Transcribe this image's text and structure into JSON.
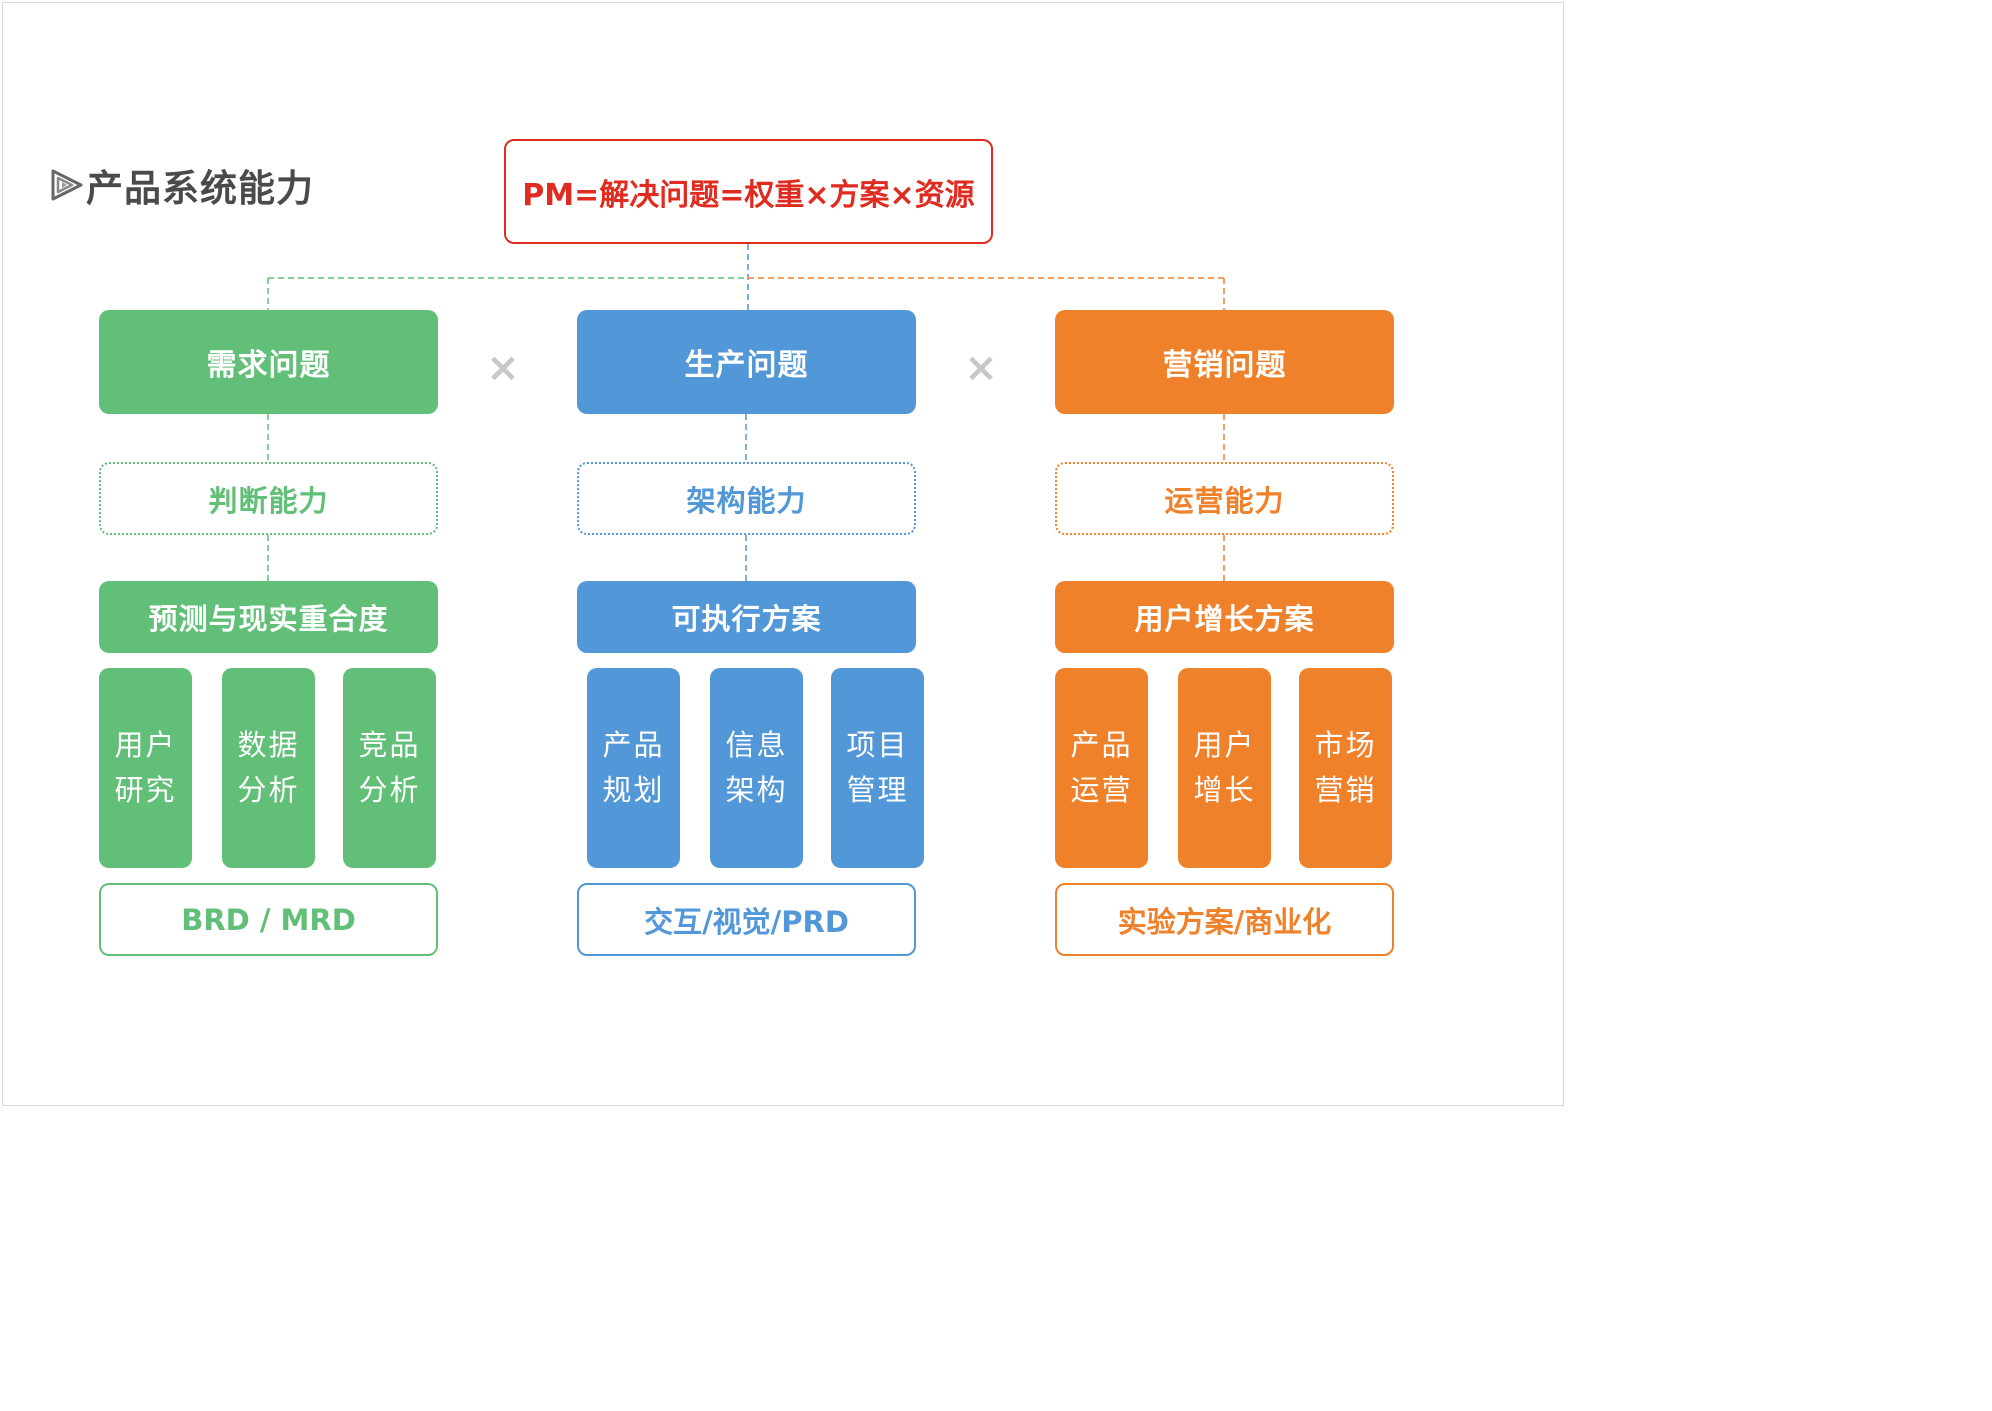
{
  "title": "产品系统能力",
  "formula": "PM=解决问题=权重×方案×资源",
  "times_symbol": "×",
  "colors": {
    "green": "#62bf78",
    "blue": "#5297d7",
    "orange": "#f0812b",
    "red": "#e02b20"
  },
  "columns": [
    {
      "problem": "需求问题",
      "ability": "判断能力",
      "solution": "预测与现实重合度",
      "items": [
        "用户\n研究",
        "数据\n分析",
        "竞品\n分析"
      ],
      "output": "BRD / MRD"
    },
    {
      "problem": "生产问题",
      "ability": "架构能力",
      "solution": "可执行方案",
      "items": [
        "产品\n规划",
        "信息\n架构",
        "项目\n管理"
      ],
      "output": "交互/视觉/PRD"
    },
    {
      "problem": "营销问题",
      "ability": "运营能力",
      "solution": "用户增长方案",
      "items": [
        "产品\n运营",
        "用户\n增长",
        "市场\n营销"
      ],
      "output": "实验方案/商业化"
    }
  ]
}
